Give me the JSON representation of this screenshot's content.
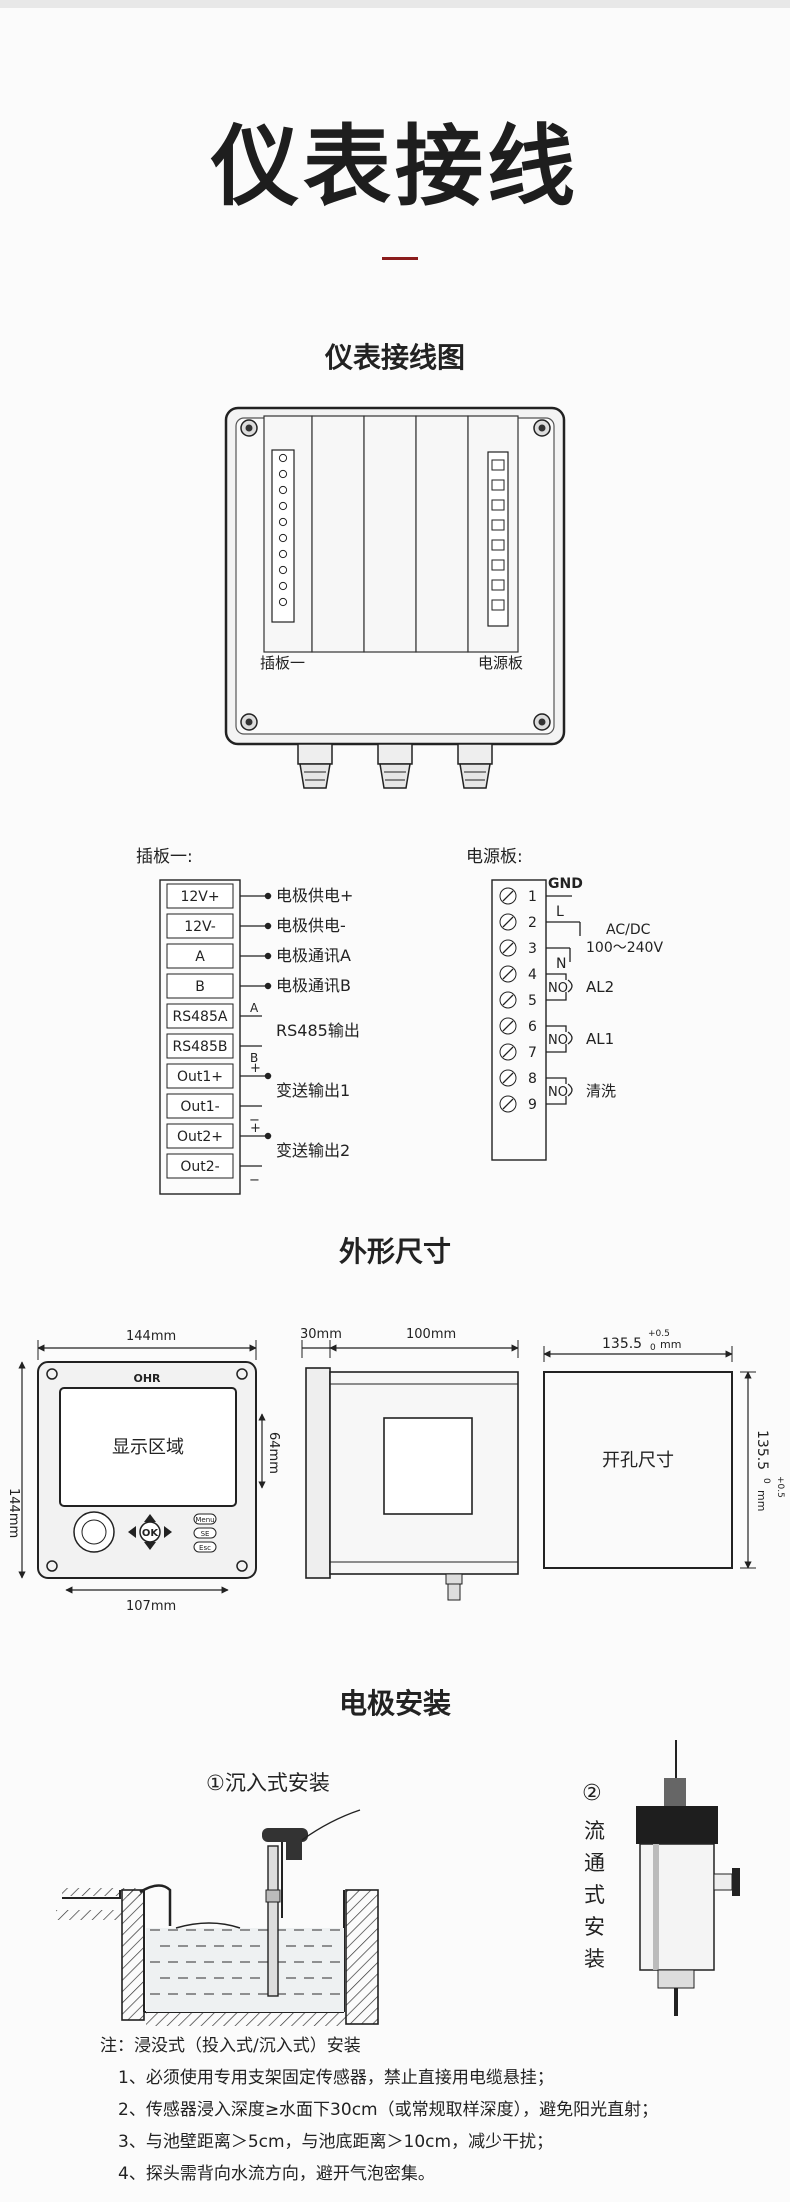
{
  "page": {
    "title": "仪表接线"
  },
  "sections": {
    "wiring": "仪表接线图",
    "dimensions": "外形尺寸",
    "install": "电极安装"
  },
  "enclosure": {
    "board1_label": "插板一",
    "power_label": "电源板"
  },
  "board1": {
    "title": "插板一:",
    "terminals": [
      "12V+",
      "12V-",
      "A",
      "B",
      "RS485A",
      "RS485B",
      "Out1+",
      "Out1-",
      "Out2+",
      "Out2-"
    ],
    "signals": [
      "电极供电+",
      "电极供电-",
      "电极通讯A",
      "电极通讯B",
      "RS485输出",
      "变送输出1",
      "变送输出2"
    ],
    "markers": {
      "a": "A",
      "b": "B",
      "plus": "+",
      "minus": "−"
    }
  },
  "power_board": {
    "title": "电源板:",
    "terminals": [
      "1",
      "2",
      "3",
      "4",
      "5",
      "6",
      "7",
      "8",
      "9"
    ],
    "gnd": "GND",
    "l": "L",
    "n": "N",
    "acdc": "AC/DC",
    "voltage": "100～240V",
    "no": "NO",
    "al2": "AL2",
    "al1": "AL1",
    "clean": "清洗"
  },
  "dims": {
    "front_width": "144mm",
    "front_height": "144mm",
    "display_height": "64mm",
    "bottom_width": "107mm",
    "brand": "OHR",
    "display_text": "显示区域",
    "ok": "OK",
    "menu": "Menu",
    "sec": "SE",
    "esc": "Esc",
    "side_front": "30mm",
    "side_depth": "100mm",
    "cutout_w": "135.5",
    "cutout_h": "135.5",
    "tol_plus": "+0.5",
    "tol_zero": "0",
    "tol_unit": "mm",
    "cutout_text": "开孔尺寸"
  },
  "install": {
    "immersion": "①沉入式安装",
    "flow_num": "②",
    "flow_chars": [
      "流",
      "通",
      "式",
      "安",
      "装"
    ]
  },
  "notes": {
    "heading": "注：浸没式（投入式/沉入式）安装",
    "items": [
      "1、必须使用专用支架固定传感器，禁止直接用电缆悬挂；",
      "2、传感器浸入深度≥水面下30cm（或常规取样深度），避免阳光直射；",
      "3、与池壁距离＞5cm，与池底距离＞10cm，减少干扰；",
      "4、探头需背向水流方向，避开气泡密集。"
    ]
  }
}
